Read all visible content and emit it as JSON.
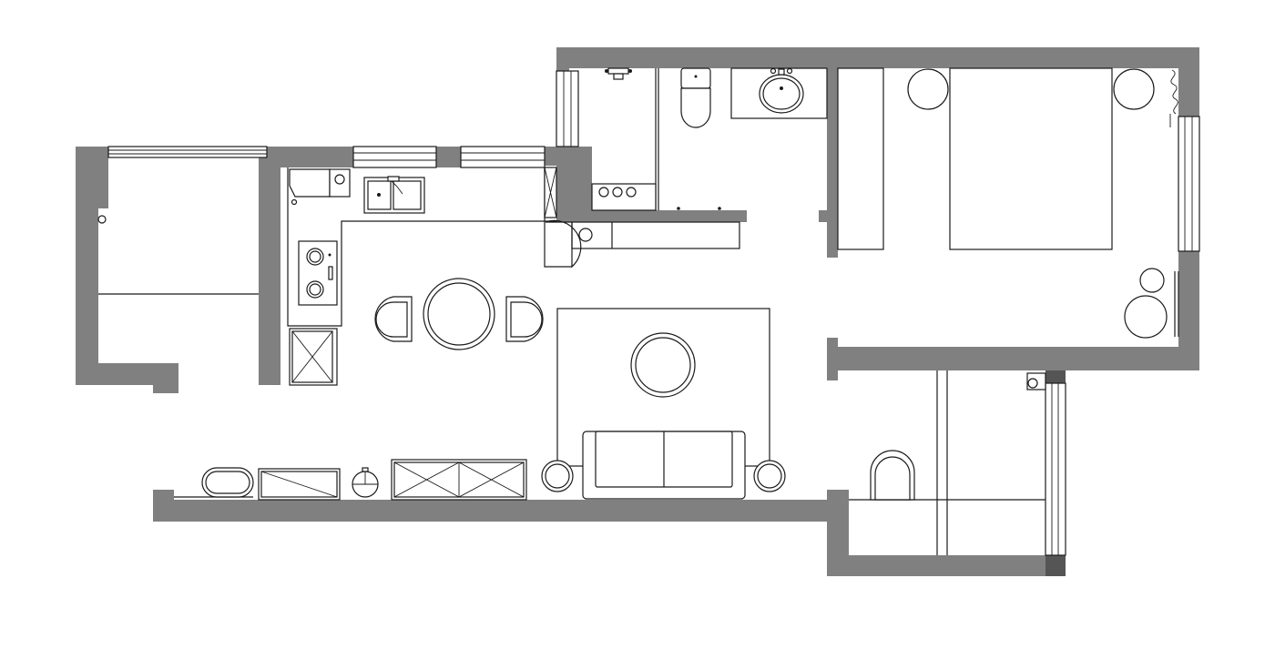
{
  "colors": {
    "wall": "#808080",
    "wall_dark": "#555555",
    "ink": "#1a1a1a",
    "background": "#ffffff"
  },
  "plan": {
    "rooms": [
      "bedroom-left",
      "kitchen",
      "dining",
      "living",
      "bathroom",
      "bedroom-master",
      "balcony"
    ],
    "icons": [
      "window-icon",
      "bed-icon",
      "sink-icon",
      "stove-icon",
      "fridge-icon",
      "toilet-icon",
      "wash-basin-icon",
      "shower-icon",
      "dining-table-icon",
      "chair-icon",
      "coffee-table-icon",
      "sofa-icon",
      "side-table-icon",
      "tv-cabinet-icon",
      "bathtub-icon",
      "nightstand-icon",
      "armchair-icon",
      "plant-icon",
      "washing-machine-icon"
    ]
  }
}
